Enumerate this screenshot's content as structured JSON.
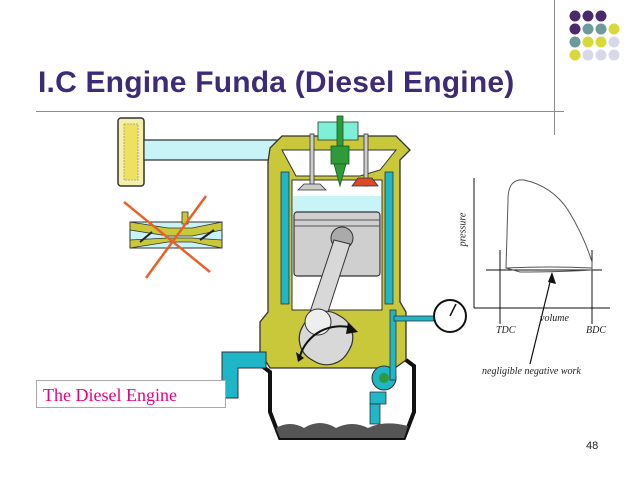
{
  "slide": {
    "title": "I.C Engine Funda (Diesel Engine)",
    "caption": "The Diesel Engine",
    "page_number": "48"
  },
  "pv_diagram": {
    "y_label": "pressure",
    "x_label": "volume",
    "tdc_label": "TDC",
    "bdc_label": "BDC",
    "annotation": "negligible negative work"
  },
  "colors": {
    "title": "#3d2a78",
    "caption": "#e6007e",
    "engine_wall": "#c8c83a",
    "coolant": "#1fb6c7",
    "intake_air": "#c8f3f7",
    "injector": "#2e9a3a",
    "exhaust": "#d84a28",
    "cross": "#e8602c"
  },
  "decor_dots": [
    [
      "#4b2a6b",
      "#4b2a6b",
      "#4b2a6b",
      ""
    ],
    [
      "#4b2a6b",
      "#6f9a9a",
      "#6f9a9a",
      "#d8d83a"
    ],
    [
      "#6f9a9a",
      "#d8d83a",
      "#d8d83a",
      "#d8d8ea"
    ],
    [
      "#d8d83a",
      "#d8d8ea",
      "#d8d8ea",
      "#d8d8ea"
    ],
    [
      "",
      "",
      "",
      ""
    ]
  ]
}
